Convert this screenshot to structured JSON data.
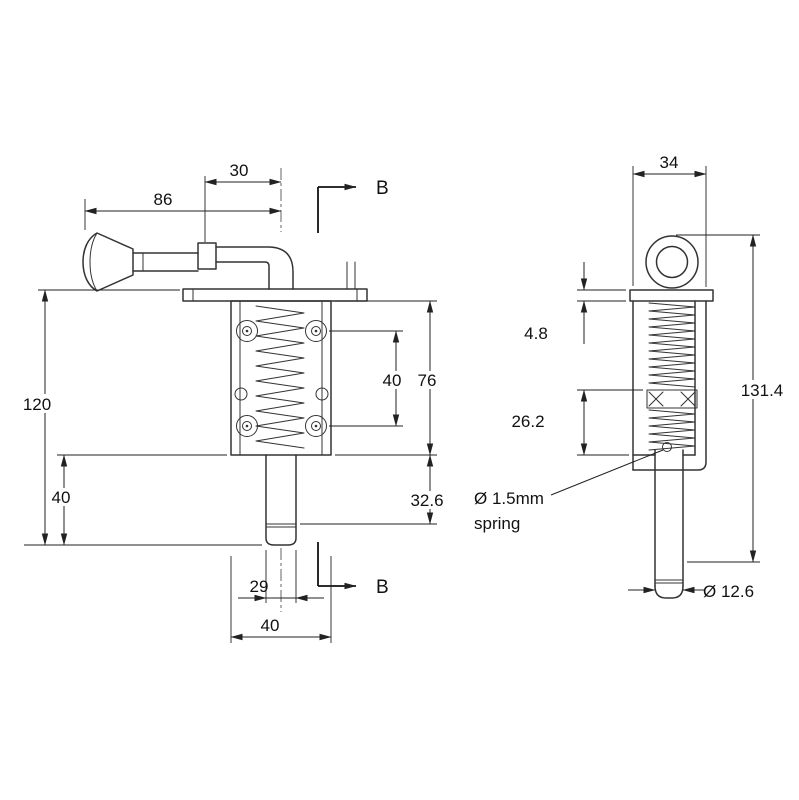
{
  "title": "Spring bolt latch technical drawing, two orthographic views with dimensions",
  "colors": {
    "background": "#ffffff",
    "part_line": "#333333",
    "dimension_line": "#222222",
    "text": "#111111"
  },
  "front_view": {
    "dim_30": "30",
    "dim_86": "86",
    "dim_120": "120",
    "dim_40_stroke": "40",
    "dim_40_holes": "40",
    "dim_76": "76",
    "dim_32_6": "32.6",
    "dim_29": "29",
    "dim_40_width": "40",
    "section_label_top": "B",
    "section_label_bottom": "B"
  },
  "side_view": {
    "dim_34": "34",
    "dim_4_8": "4.8",
    "dim_26_2": "26.2",
    "dim_131_4": "131.4",
    "spring_note_line1": "Ø 1.5mm",
    "spring_note_line2": "spring",
    "dim_12_6": "Ø 12.6"
  }
}
